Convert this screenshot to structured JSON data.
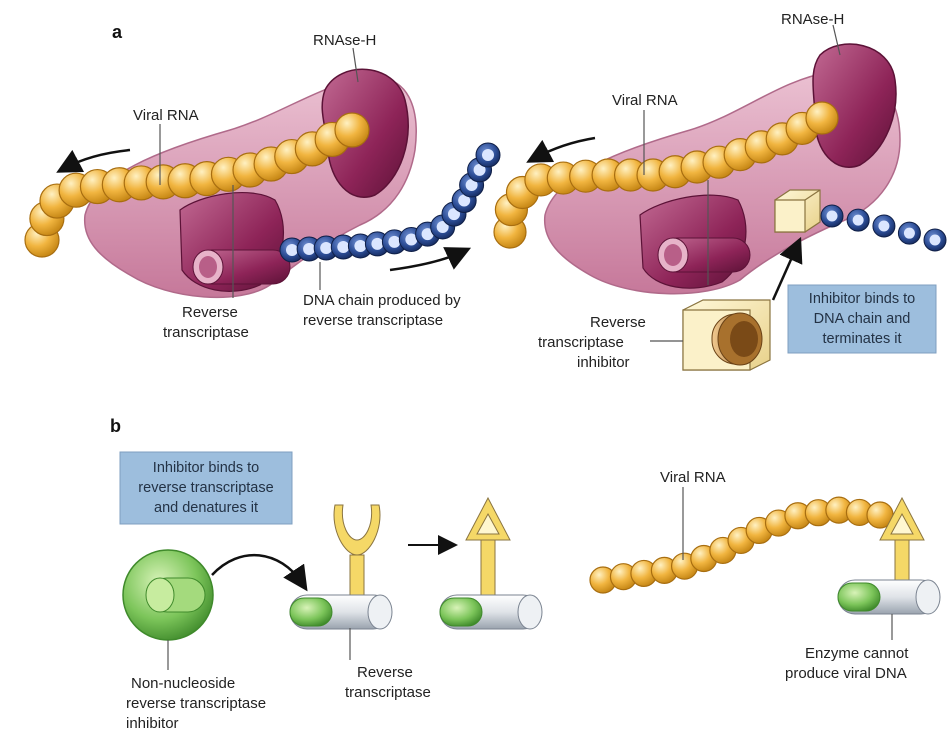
{
  "panel_a": {
    "letter": "a",
    "left": {
      "rnase_label": "RNAse-H",
      "viral_rna_label": "Viral RNA",
      "rt_label": [
        "Reverse",
        "transcriptase"
      ],
      "dna_label": [
        "DNA chain produced by",
        "reverse transcriptase"
      ]
    },
    "right": {
      "rnase_label": "RNAse-H",
      "viral_rna_label": "Viral RNA",
      "rti_label": [
        "Reverse",
        "transcriptase",
        "inhibitor"
      ],
      "box_text": [
        "Inhibitor binds to",
        "DNA chain and",
        "terminates it"
      ]
    }
  },
  "panel_b": {
    "letter": "b",
    "box_text": [
      "Inhibitor binds to",
      "reverse transcriptase",
      "and denatures it"
    ],
    "nnrti_label": [
      "Non-nucleoside",
      "reverse transcriptase",
      "inhibitor"
    ],
    "rt_label": [
      "Reverse",
      "transcriptase"
    ],
    "viral_rna_label": "Viral RNA",
    "enzyme_label": [
      "Enzyme cannot",
      "produce viral DNA"
    ]
  },
  "colors": {
    "protein": "#d79ab3",
    "protein_dark": "#8e2458",
    "rna_bead": "#f1b540",
    "dna_bead": "#2c4d96",
    "inhibitor_box": "#9dbedd",
    "nnrti_green": "#7cc55a"
  }
}
